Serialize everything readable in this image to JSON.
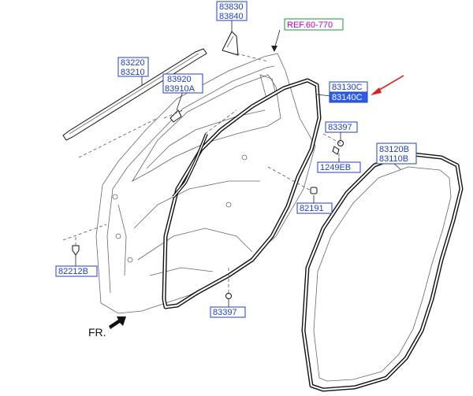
{
  "labels": {
    "p83830": "83830",
    "p83840": "83840",
    "ref": "REF.60-770",
    "p83220": "83220",
    "p83210": "83210",
    "p83920": "83920",
    "p83910A": "83910A",
    "p83130C": "83130C",
    "p83140C": "83140C",
    "p83397a": "83397",
    "p1249EB": "1249EB",
    "p83120B": "83120B",
    "p83110B": "83110B",
    "p82191": "82191",
    "p82212B": "82212B",
    "p83397b": "83397",
    "fr": "FR."
  },
  "colors": {
    "label_border": "#1f3fbf",
    "label_text": "#1f3fbf",
    "highlight_fill": "#2b5de8",
    "ref_text": "#c000c0",
    "ref_border": "#1a9a3a",
    "pointer_arrow": "#e02020"
  }
}
